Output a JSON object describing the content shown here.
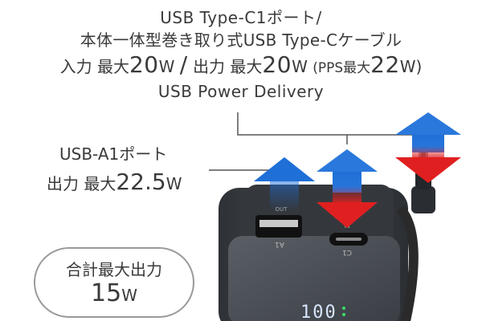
{
  "spec": {
    "line1": "USB Type-C1ポート/",
    "line2": "本体一体型巻き取り式USB Type-Cケーブル",
    "line3": {
      "in_label": "入力 最大",
      "in_value": "20",
      "in_unit": "W",
      "sep": "/",
      "out_label": "出力 最大",
      "out_value": "20",
      "out_unit": "W",
      "pps_label": "(PPS最大",
      "pps_value": "22",
      "pps_unit": "W)"
    },
    "line4": "USB Power Delivery"
  },
  "usb_a": {
    "title": "USB-A1ポート",
    "out_label": "出力 最大",
    "out_value": "22.5",
    "out_unit": "W"
  },
  "badge": {
    "title": "合計最大出力",
    "value": "15",
    "unit": "W"
  },
  "device": {
    "port_a_label": "A1",
    "port_c_label": "C1",
    "port_a_sub": "OUT",
    "port_c_sub": "IN",
    "display_value": "100"
  },
  "colors": {
    "arrow_blue": "#1f6fd8",
    "arrow_red": "#e02020",
    "device_body": "#3b3f44",
    "text": "#3a3a3a"
  }
}
